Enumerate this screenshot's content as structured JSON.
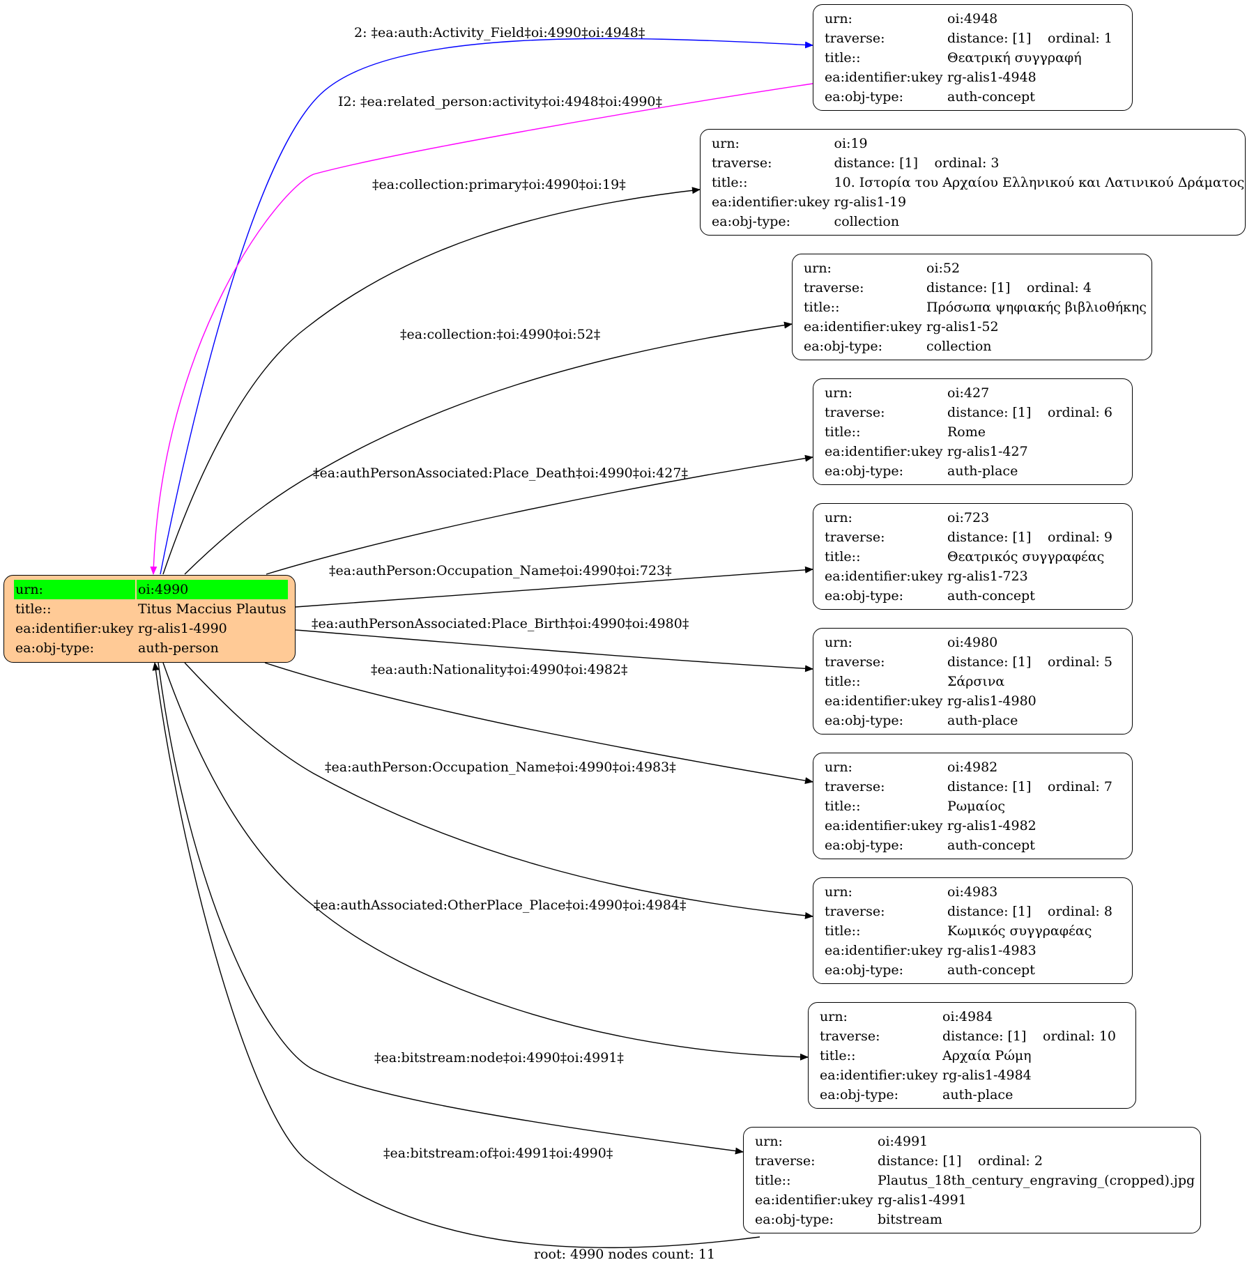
{
  "root": {
    "urn_key": "urn:",
    "urn": "oi:4990",
    "title_key": "title::",
    "title": "Titus Maccius Plautus",
    "ukey_key": "ea:identifier:ukey",
    "ukey": "rg-alis1-4990",
    "type_key": "ea:obj-type:",
    "type": "auth-person"
  },
  "nodes": [
    {
      "id": "4948",
      "urn": "oi:4948",
      "distance": "distance: [1]",
      "ordinal": "ordinal: 1",
      "title": "Θεατρική συγγραφή",
      "ukey": "rg-alis1-4948",
      "type": "auth-concept"
    },
    {
      "id": "19",
      "urn": "oi:19",
      "distance": "distance: [1]",
      "ordinal": "ordinal: 3",
      "title": "10. Ιστορία του Αρχαίου Ελληνικού και Λατινικού Δράματος",
      "ukey": "rg-alis1-19",
      "type": "collection"
    },
    {
      "id": "52",
      "urn": "oi:52",
      "distance": "distance: [1]",
      "ordinal": "ordinal: 4",
      "title": "Πρόσωπα ψηφιακής βιβλιοθήκης",
      "ukey": "rg-alis1-52",
      "type": "collection"
    },
    {
      "id": "427",
      "urn": "oi:427",
      "distance": "distance: [1]",
      "ordinal": "ordinal: 6",
      "title": "Rome",
      "ukey": "rg-alis1-427",
      "type": "auth-place"
    },
    {
      "id": "723",
      "urn": "oi:723",
      "distance": "distance: [1]",
      "ordinal": "ordinal: 9",
      "title": "Θεατρικός συγγραφέας",
      "ukey": "rg-alis1-723",
      "type": "auth-concept"
    },
    {
      "id": "4980",
      "urn": "oi:4980",
      "distance": "distance: [1]",
      "ordinal": "ordinal: 5",
      "title": "Σάρσινα",
      "ukey": "rg-alis1-4980",
      "type": "auth-place"
    },
    {
      "id": "4982",
      "urn": "oi:4982",
      "distance": "distance: [1]",
      "ordinal": "ordinal: 7",
      "title": "Ρωμαίος",
      "ukey": "rg-alis1-4982",
      "type": "auth-concept"
    },
    {
      "id": "4983",
      "urn": "oi:4983",
      "distance": "distance: [1]",
      "ordinal": "ordinal: 8",
      "title": "Κωμικός συγγραφέας",
      "ukey": "rg-alis1-4983",
      "type": "auth-concept"
    },
    {
      "id": "4984",
      "urn": "oi:4984",
      "distance": "distance: [1]",
      "ordinal": "ordinal: 10",
      "title": "Αρχαία Ρώμη",
      "ukey": "rg-alis1-4984",
      "type": "auth-place"
    },
    {
      "id": "4991",
      "urn": "oi:4991",
      "distance": "distance: [1]",
      "ordinal": "ordinal: 2",
      "title": "Plautus_18th_century_engraving_(cropped).jpg",
      "ukey": "rg-alis1-4991",
      "type": "bitstream"
    }
  ],
  "row_keys": {
    "urn": "urn:",
    "traverse": "traverse:",
    "title": "title::",
    "ukey": "ea:identifier:ukey",
    "type": "ea:obj-type:"
  },
  "edges": [
    {
      "label": "2: ‡ea:auth:Activity_Field‡oi:4990‡oi:4948‡",
      "color": "#0000ff"
    },
    {
      "label": "I2: ‡ea:related_person:activity‡oi:4948‡oi:4990‡",
      "color": "#ff00ff"
    },
    {
      "label": "‡ea:collection:primary‡oi:4990‡oi:19‡",
      "color": "#000000"
    },
    {
      "label": "‡ea:collection:‡oi:4990‡oi:52‡",
      "color": "#000000"
    },
    {
      "label": "‡ea:authPersonAssociated:Place_Death‡oi:4990‡oi:427‡",
      "color": "#000000"
    },
    {
      "label": "‡ea:authPerson:Occupation_Name‡oi:4990‡oi:723‡",
      "color": "#000000"
    },
    {
      "label": "‡ea:authPersonAssociated:Place_Birth‡oi:4990‡oi:4980‡",
      "color": "#000000"
    },
    {
      "label": "‡ea:auth:Nationality‡oi:4990‡oi:4982‡",
      "color": "#000000"
    },
    {
      "label": "‡ea:authPerson:Occupation_Name‡oi:4990‡oi:4983‡",
      "color": "#000000"
    },
    {
      "label": "‡ea:authAssociated:OtherPlace_Place‡oi:4990‡oi:4984‡",
      "color": "#000000"
    },
    {
      "label": "‡ea:bitstream:node‡oi:4990‡oi:4991‡",
      "color": "#000000"
    },
    {
      "label": "‡ea:bitstream:of‡oi:4991‡oi:4990‡",
      "color": "#000000"
    }
  ],
  "footer": "root: 4990 nodes count: 11"
}
